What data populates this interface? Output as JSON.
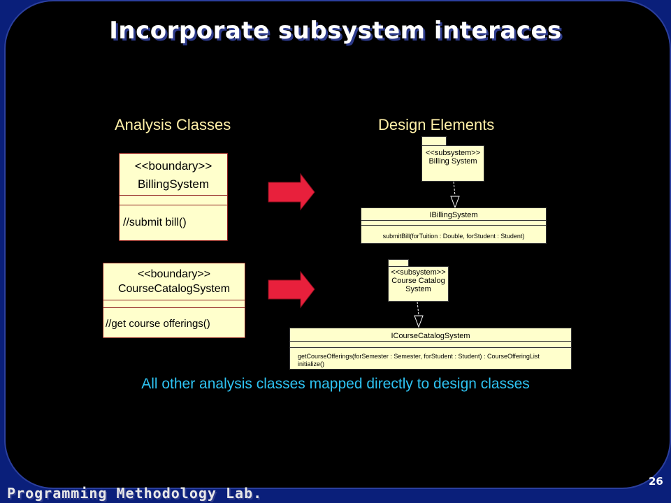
{
  "slide": {
    "title": "Incorporate subsystem interaces",
    "left_heading": "Analysis Classes",
    "right_heading": "Design Elements",
    "note": "All other analysis classes mapped directly to design classes",
    "footer": "Programming Methodology Lab.",
    "page_number": "26"
  },
  "analysis_classes": [
    {
      "stereotype": "<<boundary>>",
      "name": "BillingSystem",
      "operation": "//submit bill()"
    },
    {
      "stereotype": "<<boundary>>",
      "name": "CourseCatalogSystem",
      "operation": "//get course offerings()"
    }
  ],
  "design_elements": [
    {
      "subsystem_stereotype": "<<subsystem>>",
      "subsystem_name_lines": [
        "Billing System"
      ],
      "interface_name": "IBillingSystem",
      "interface_operations": [
        "submitBill(forTuition : Double, forStudent : Student)"
      ]
    },
    {
      "subsystem_stereotype": "<<subsystem>>",
      "subsystem_name_lines": [
        "Course Catalog",
        "System"
      ],
      "interface_name": "ICourseCatalogSystem",
      "interface_operations": [
        "getCourseOfferings(forSemester : Semester, forStudent : Student) : CourseOfferingList",
        "initialize()"
      ]
    }
  ],
  "colors": {
    "background": "#0a1f7a",
    "panel": "#000000",
    "heading": "#fff0a8",
    "note": "#2ec3f2",
    "arrow": "#e8203c",
    "uml_fill": "#ffffcc"
  }
}
